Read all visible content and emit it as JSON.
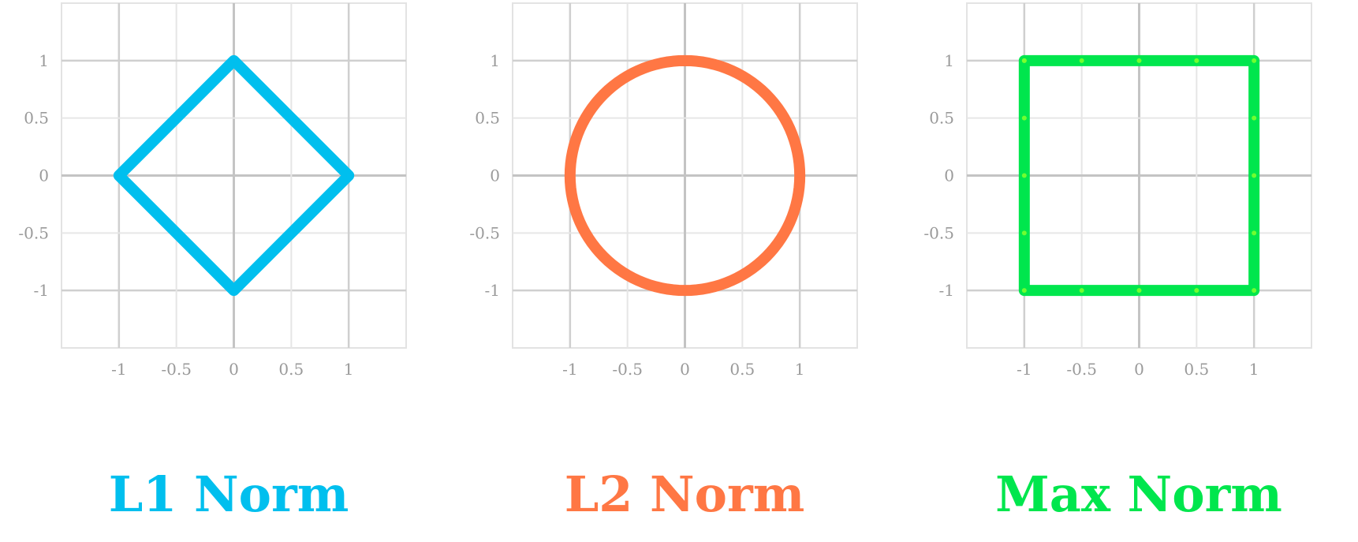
{
  "chart_data": [
    {
      "type": "line",
      "title": "L1 Norm",
      "color": "#00bfee",
      "xlim": [
        -1.5,
        1.5
      ],
      "ylim": [
        -1.5,
        1.5
      ],
      "grid": true,
      "x_ticks": [
        "-1",
        "-0.5",
        "0",
        "0.5",
        "1"
      ],
      "y_ticks": [
        "1",
        "0.5",
        "0",
        "-0.5",
        "-1"
      ],
      "series": [
        {
          "x": [
            0,
            0.5,
            1,
            0.5,
            0,
            -0.5,
            -1,
            -0.5,
            0
          ],
          "y": [
            1,
            0.5,
            0,
            -0.5,
            -1,
            -0.5,
            0,
            0.5,
            1
          ]
        }
      ]
    },
    {
      "type": "line",
      "title": "L2 Norm",
      "color": "#ff7744",
      "xlim": [
        -1.5,
        1.5
      ],
      "ylim": [
        -1.5,
        1.5
      ],
      "grid": true,
      "x_ticks": [
        "-1",
        "-0.5",
        "0",
        "0.5",
        "1"
      ],
      "y_ticks": [
        "1",
        "0.5",
        "0",
        "-0.5",
        "-1"
      ],
      "series": [
        {
          "x": [
            1,
            0.92,
            0.71,
            0.45,
            0,
            -0.45,
            -0.71,
            -0.92,
            -1,
            -0.92,
            -0.71,
            -0.45,
            0,
            0.45,
            0.71,
            0.92,
            1
          ],
          "y": [
            0,
            0.4,
            0.71,
            0.9,
            1,
            0.9,
            0.71,
            0.4,
            0,
            -0.4,
            -0.71,
            -0.9,
            -1,
            -0.9,
            -0.71,
            -0.4,
            0
          ]
        }
      ]
    },
    {
      "type": "line",
      "title": "Max Norm",
      "color": "#00e64d",
      "xlim": [
        -1.5,
        1.5
      ],
      "ylim": [
        -1.5,
        1.5
      ],
      "grid": true,
      "x_ticks": [
        "-1",
        "-0.5",
        "0",
        "0.5",
        "1"
      ],
      "y_ticks": [
        "1",
        "0.5",
        "0",
        "-0.5",
        "-1"
      ],
      "series": [
        {
          "x": [
            -1,
            -0.5,
            0,
            0.5,
            1,
            1,
            1,
            1,
            1,
            0.5,
            0,
            -0.5,
            -1,
            -1,
            -1,
            -1,
            -1
          ],
          "y": [
            1,
            1,
            1,
            1,
            1,
            0.5,
            0,
            -0.5,
            -1,
            -1,
            -1,
            -1,
            -1,
            -0.5,
            0,
            0.5,
            1
          ]
        }
      ]
    }
  ]
}
